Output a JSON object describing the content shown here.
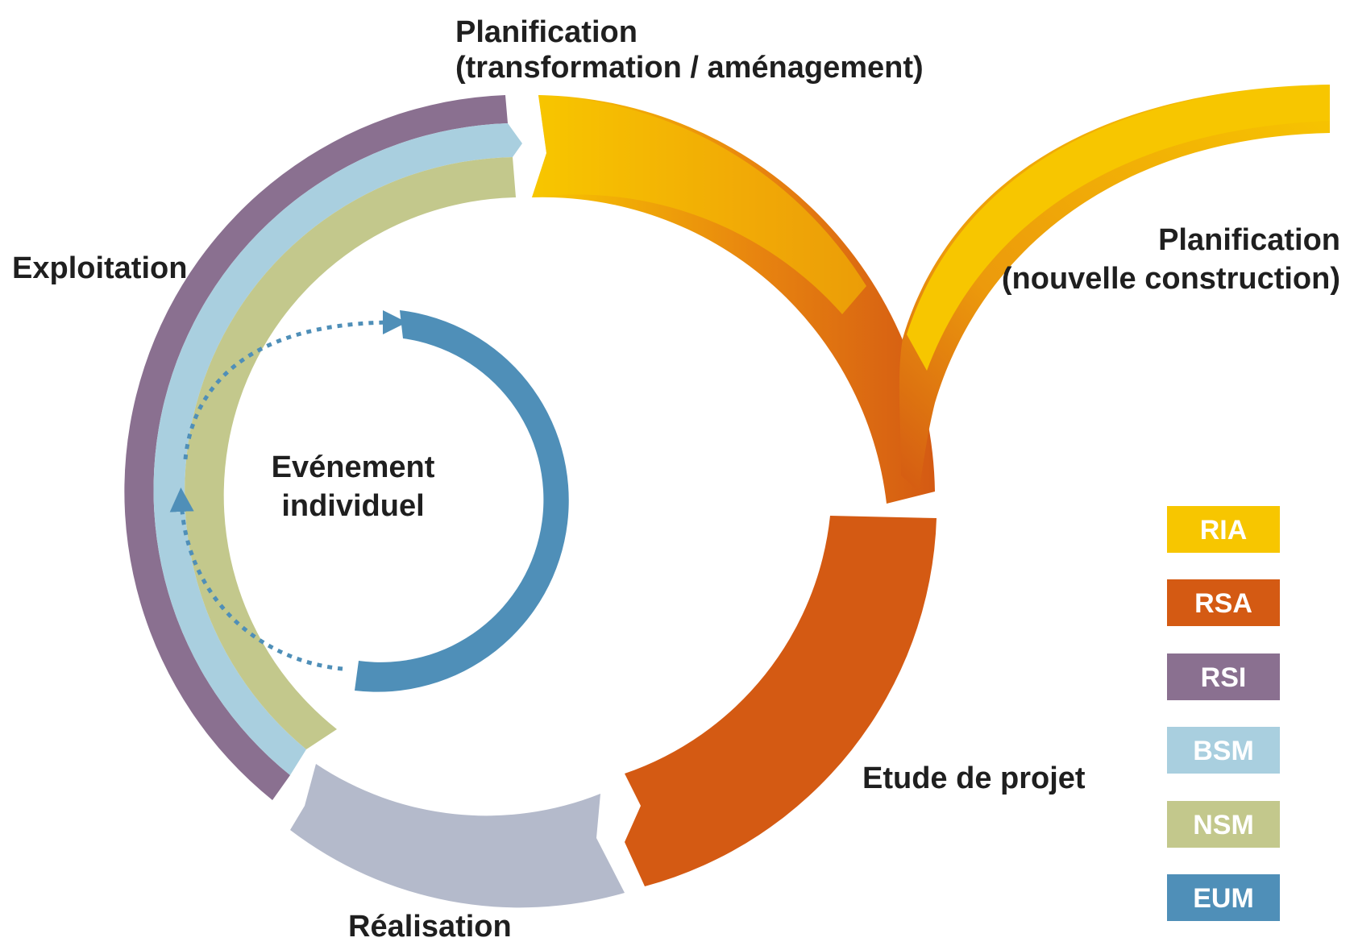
{
  "diagram": {
    "phases": {
      "planning_transform": [
        "Planification",
        "(transformation / aménagement)"
      ],
      "planning_new": [
        "Planification",
        "(nouvelle construction)"
      ],
      "exploitation": "Exploitation",
      "project_study": "Etude de projet",
      "realisation": "Réalisation",
      "individual_event": [
        "Evénement",
        "individuel"
      ]
    },
    "legend": [
      {
        "label": "RIA",
        "color": "#f7c600"
      },
      {
        "label": "RSA",
        "color": "#d45a13"
      },
      {
        "label": "RSI",
        "color": "#8a7090"
      },
      {
        "label": "BSM",
        "color": "#a9cfdf"
      },
      {
        "label": "NSM",
        "color": "#c3c88c"
      },
      {
        "label": "EUM",
        "color": "#4f8fb8"
      }
    ],
    "colors": {
      "yellow": "#f7c600",
      "orange": "#e07a10",
      "rsa": "#d45a13",
      "rsi": "#8a7090",
      "bsm": "#a9cfdf",
      "nsm": "#c3c88c",
      "realisation": "#b4bacb",
      "eum": "#4f8fb8"
    }
  }
}
